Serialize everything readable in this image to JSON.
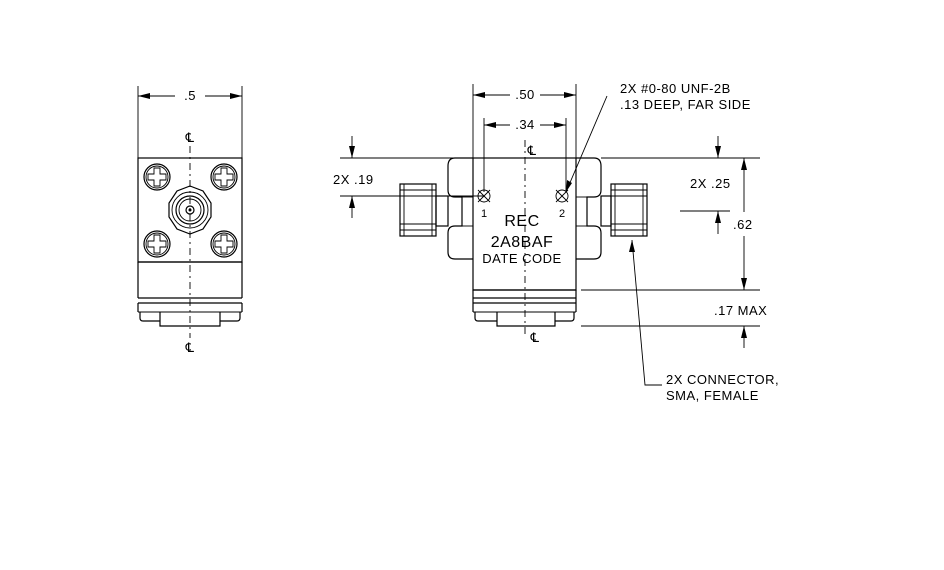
{
  "dims": {
    "side_width": ".5",
    "body_width": ".50",
    "hole_spacing": ".34",
    "connector_offset": "2X .19",
    "right_offset": "2X .25",
    "height": ".62",
    "max_extension": ".17 MAX"
  },
  "notes": {
    "holes_line1": "2X #0-80 UNF-2B",
    "holes_line2": ".13 DEEP, FAR SIDE",
    "connector_line1": "2X CONNECTOR,",
    "connector_line2": "SMA, FEMALE"
  },
  "marking": {
    "line1": "REC",
    "line2": "2A8BAF",
    "line3": "DATE CODE"
  },
  "ports": {
    "port1": "1",
    "port2": "2"
  },
  "centerline_symbol": "℄"
}
